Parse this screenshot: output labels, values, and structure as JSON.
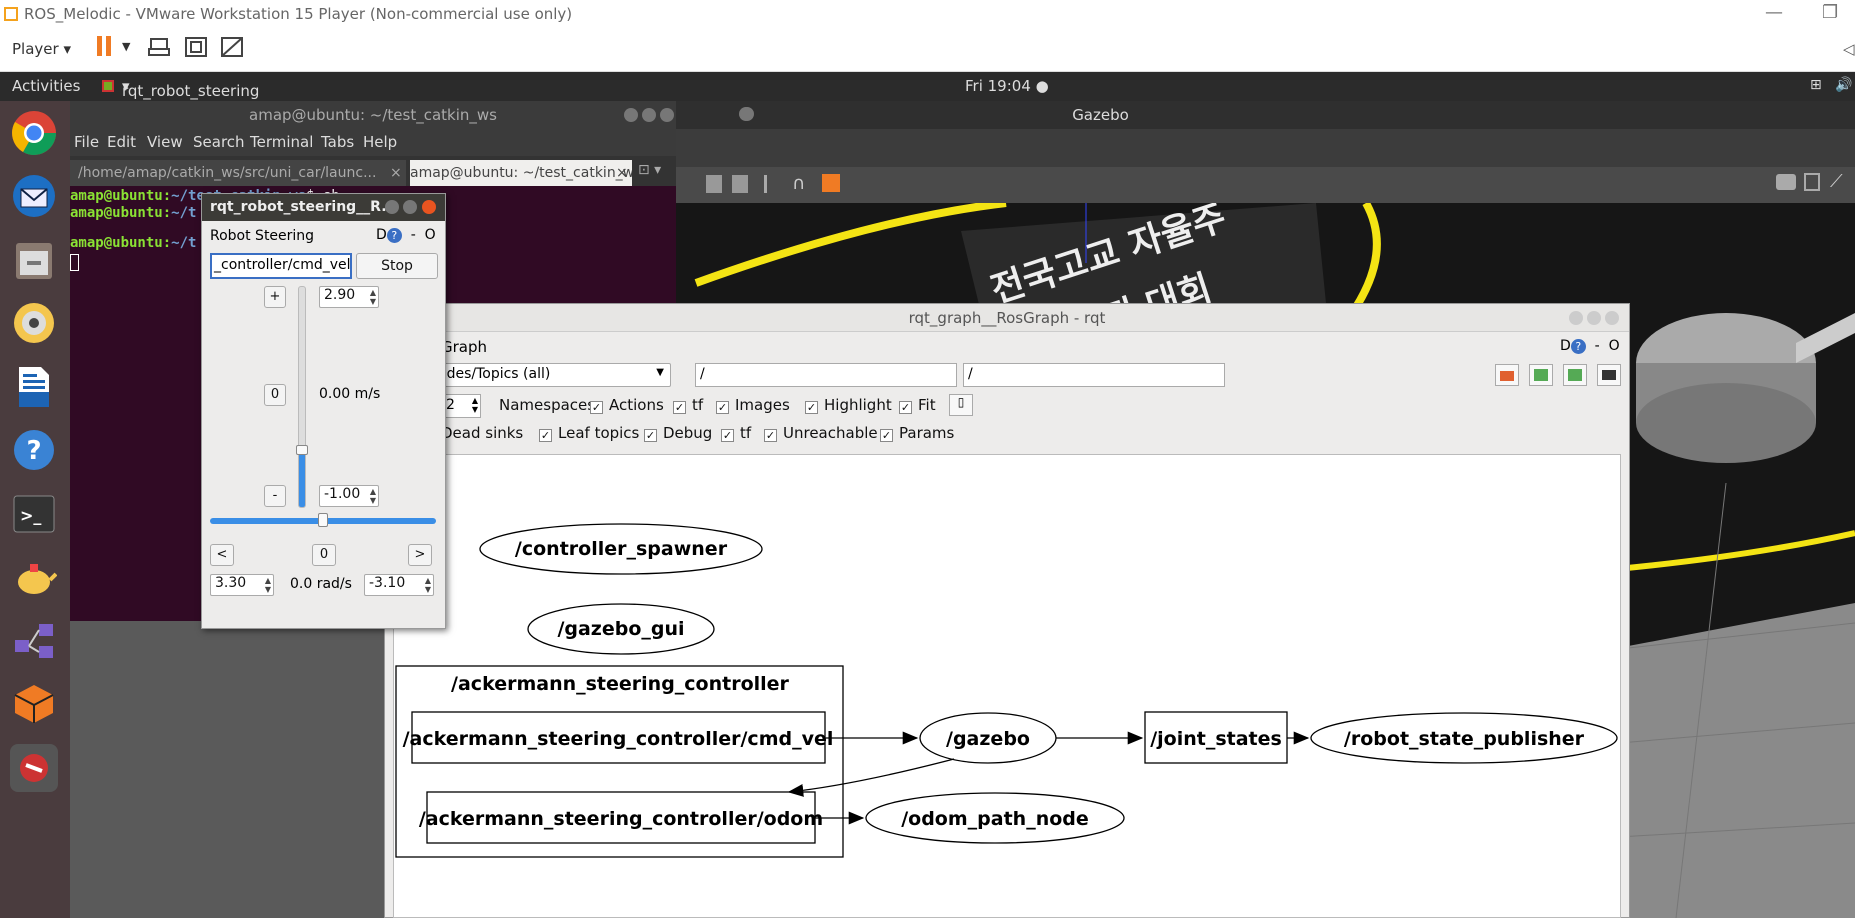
{
  "vmware": {
    "title": "ROS_Melodic - VMware Workstation 15 Player (Non-commercial use only)",
    "player_menu": "Player"
  },
  "ubuntu_topbar": {
    "activities": "Activities",
    "app_menu": "rqt_robot_steering",
    "clock": "Fri 19:04 ●"
  },
  "dock": {
    "items": [
      "chrome-icon",
      "thunderbird-icon",
      "files-icon",
      "rhythmbox-icon",
      "writer-icon",
      "help-icon",
      "terminal-icon",
      "teapot-icon",
      "network-icon",
      "virtualbox-icon",
      "gazebo-icon"
    ]
  },
  "gazebo": {
    "title": "Gazebo",
    "sign_line1": "전국고교 자율주",
    "sign_line2": "경진 대회"
  },
  "terminal": {
    "title": "amap@ubuntu: ~/test_catkin_ws",
    "menu": [
      "File",
      "Edit",
      "View",
      "Search",
      "Terminal",
      "Tabs",
      "Help"
    ],
    "tabs": [
      {
        "label": "/home/amap/catkin_ws/src/uni_car/launc..."
      },
      {
        "label": "amap@ubuntu: ~/test_catkin_ws"
      }
    ],
    "lines": [
      {
        "prompt": "amap@ubuntu:",
        "path": "~/test_catkin_ws",
        "cmd": "$ sb"
      },
      {
        "prompt": "amap@ubuntu:",
        "path": "~/t",
        "cmd": ""
      },
      {
        "prompt": "",
        "path": "",
        "cmd": ""
      },
      {
        "prompt": "amap@ubuntu:",
        "path": "~/t",
        "cmd": ""
      }
    ]
  },
  "steering": {
    "window_title": "rqt_robot_steering__R...",
    "plugin_title": "Robot Steering",
    "topic_value": "_controller/cmd_vel",
    "stop_label": "Stop",
    "plus_label": "+",
    "zero_label": "0",
    "minus_label": "-",
    "max_linear": "2.90",
    "linear_readout": "0.00 m/s",
    "min_linear": "-1.00",
    "left_label": "<",
    "zero_angular_label": "0",
    "right_label": ">",
    "max_angular": "3.30",
    "angular_readout": "0.0 rad/s",
    "min_angular": "-3.10",
    "linear_slider_fraction": 0.26,
    "angular_slider_fraction": 0.5,
    "dock_labels": {
      "d": "D",
      "help": "?",
      "dash": "-",
      "o": "O"
    }
  },
  "rosgraph": {
    "window_title": "rqt_graph__RosGraph - rqt",
    "plugin_title": "Graph",
    "filter_select": "odes/Topics (all)",
    "ns_filter": "/",
    "topic_filter": "/",
    "depth": "2",
    "checks_row1": [
      {
        "label": "Namespaces",
        "checked": false
      },
      {
        "label": "Actions",
        "checked": true
      },
      {
        "label": "tf",
        "checked": true
      },
      {
        "label": "Images",
        "checked": true
      },
      {
        "label": "Highlight",
        "checked": true
      },
      {
        "label": "Fit",
        "checked": true
      }
    ],
    "checks_row2": [
      {
        "label": "Dead sinks",
        "checked": false
      },
      {
        "label": "Leaf topics",
        "checked": true
      },
      {
        "label": "Debug",
        "checked": true
      },
      {
        "label": "tf",
        "checked": true
      },
      {
        "label": "Unreachable",
        "checked": true
      },
      {
        "label": "Params",
        "checked": true
      }
    ],
    "nodes": {
      "controller_spawner": "/controller_spawner",
      "gazebo_gui": "/gazebo_gui",
      "cluster": "/ackermann_steering_controller",
      "cmd_vel": "/ackermann_steering_controller/cmd_vel",
      "gazebo": "/gazebo",
      "joint_states": "/joint_states",
      "robot_state_publisher": "/robot_state_publisher",
      "odom": "/ackermann_steering_controller/odom",
      "odom_path_node": "/odom_path_node"
    }
  }
}
